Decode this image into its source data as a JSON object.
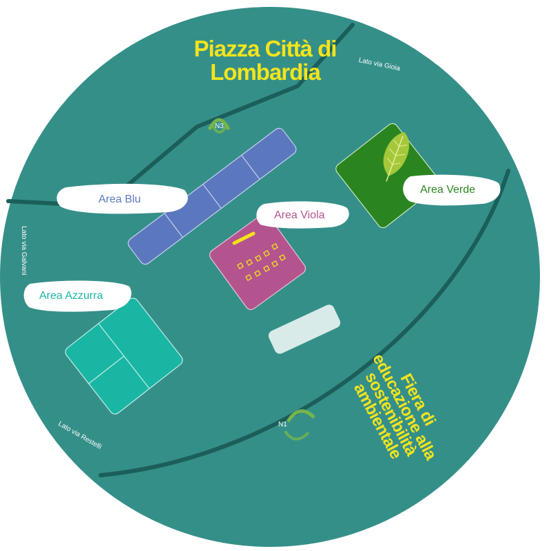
{
  "map": {
    "title": "Piazza Città di Lombardia",
    "event_title": "Fiera di educazione alla sostenibilità ambientale",
    "streets": {
      "gioia": "Lato via Gioia",
      "galvani": "Lato via Galvani",
      "restelli": "Lato via Restelli"
    },
    "markers": {
      "n3": "N3",
      "n1": "N1"
    },
    "areas": {
      "blu": "Area Blu",
      "viola": "Area Viola",
      "verde": "Area Verde",
      "azzurra": "Area Azzurra"
    },
    "colors": {
      "background": "#358f89",
      "road": "#1b5e5a",
      "title_yellow": "#f3e41b",
      "area_blu": "#5b78bf",
      "area_viola": "#b4548e",
      "area_verde": "#2a8520",
      "area_azzurra": "#1ab6a4",
      "light_block": "#d8ebe8",
      "marker_green": "#76b54c"
    },
    "icons": {
      "verde": "leaf-icon"
    }
  }
}
